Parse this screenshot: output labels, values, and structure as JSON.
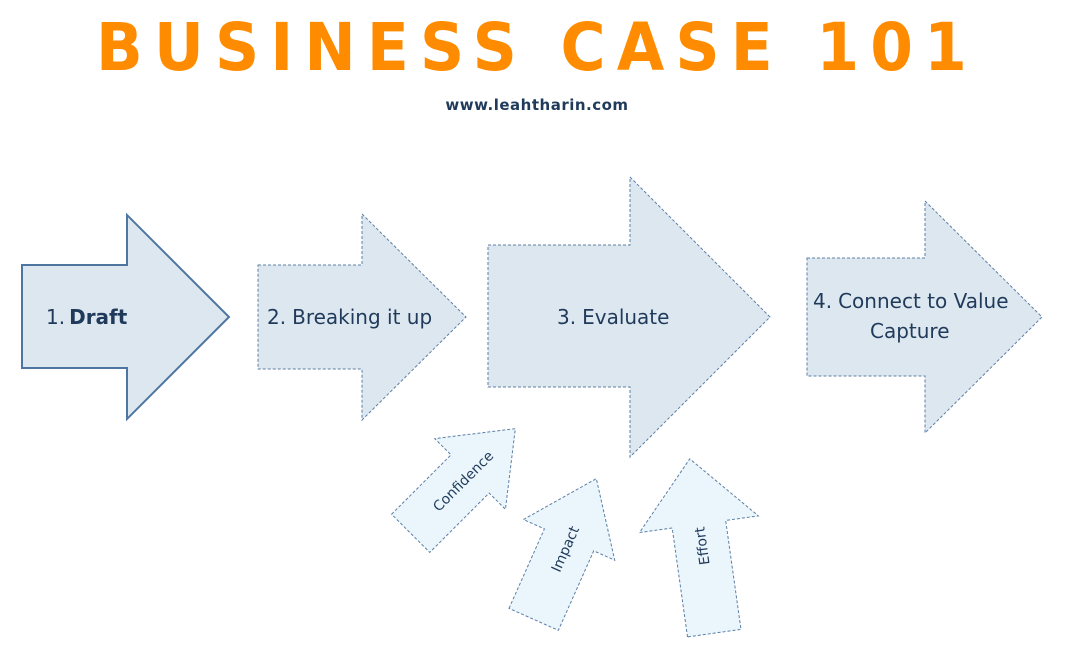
{
  "header": {
    "title": "BUSINESS CASE 101",
    "url": "www.leahtharin.com"
  },
  "steps": [
    {
      "number": "1.",
      "label": "Draft"
    },
    {
      "number": "2.",
      "label": "Breaking it up"
    },
    {
      "number": "3.",
      "label": "Evaluate"
    },
    {
      "number": "4.",
      "label": "Connect to Value",
      "label_line2": "Capture"
    }
  ],
  "factors": [
    {
      "label": "Confidence"
    },
    {
      "label": "Impact"
    },
    {
      "label": "Effort"
    }
  ],
  "colors": {
    "title": "#ff8c00",
    "text": "#1f3a5a",
    "arrow_fill": "#dde7ef",
    "arrow_stroke": "#5b7fa6",
    "factor_fill": "#eaf5fc"
  }
}
